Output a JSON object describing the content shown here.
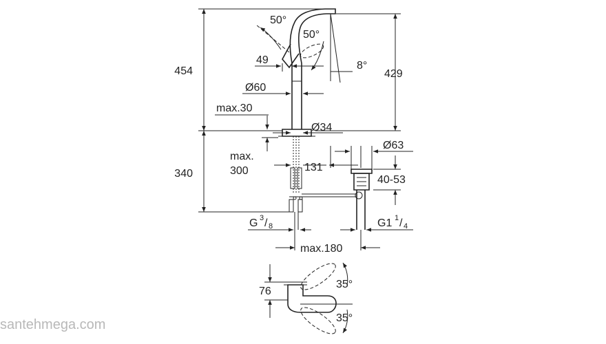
{
  "dimensions": {
    "angle_top": "50°",
    "angle_right": "50°",
    "d49": "49",
    "angle_8": "8°",
    "total_height": "454",
    "height_429": "429",
    "dia60": "Ø60",
    "max30": "max.30",
    "dia34": "Ø34",
    "max_label": "max.",
    "max300": "300",
    "d131": "131",
    "dia63": "Ø63",
    "range_40_53": "40-53",
    "d340": "340",
    "thread_g": "G",
    "thread_g_num": "3",
    "thread_g_den": "8",
    "thread_g1": "G1",
    "thread_g1_num": "1",
    "thread_g1_den": "4",
    "max180": "max.180",
    "d76": "76",
    "angle_35_top": "35°",
    "angle_35_bottom": "35°"
  },
  "watermark": "santehmega.com"
}
